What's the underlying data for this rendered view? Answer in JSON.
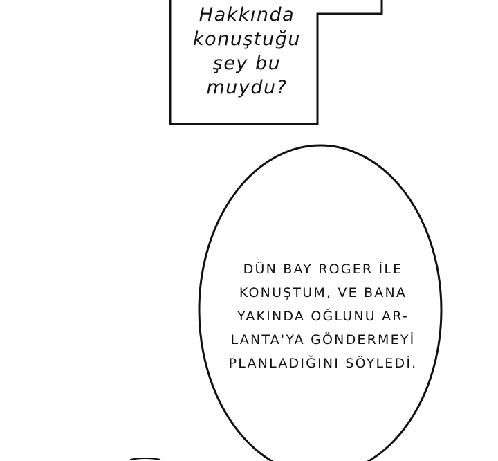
{
  "narration_box": {
    "lines": [
      "Hakkında",
      "konuştuğu",
      "şey bu",
      "muydu?"
    ]
  },
  "speech_bubble": {
    "lines": [
      "DÜN BAY ROGER İLE",
      "KONUŞTUM, VE BANA",
      "YAKINDA OĞLUNU AR-",
      "LANTA'YA GÖNDERMEYİ",
      "PLANLADIĞINI SÖYLEDİ."
    ]
  }
}
